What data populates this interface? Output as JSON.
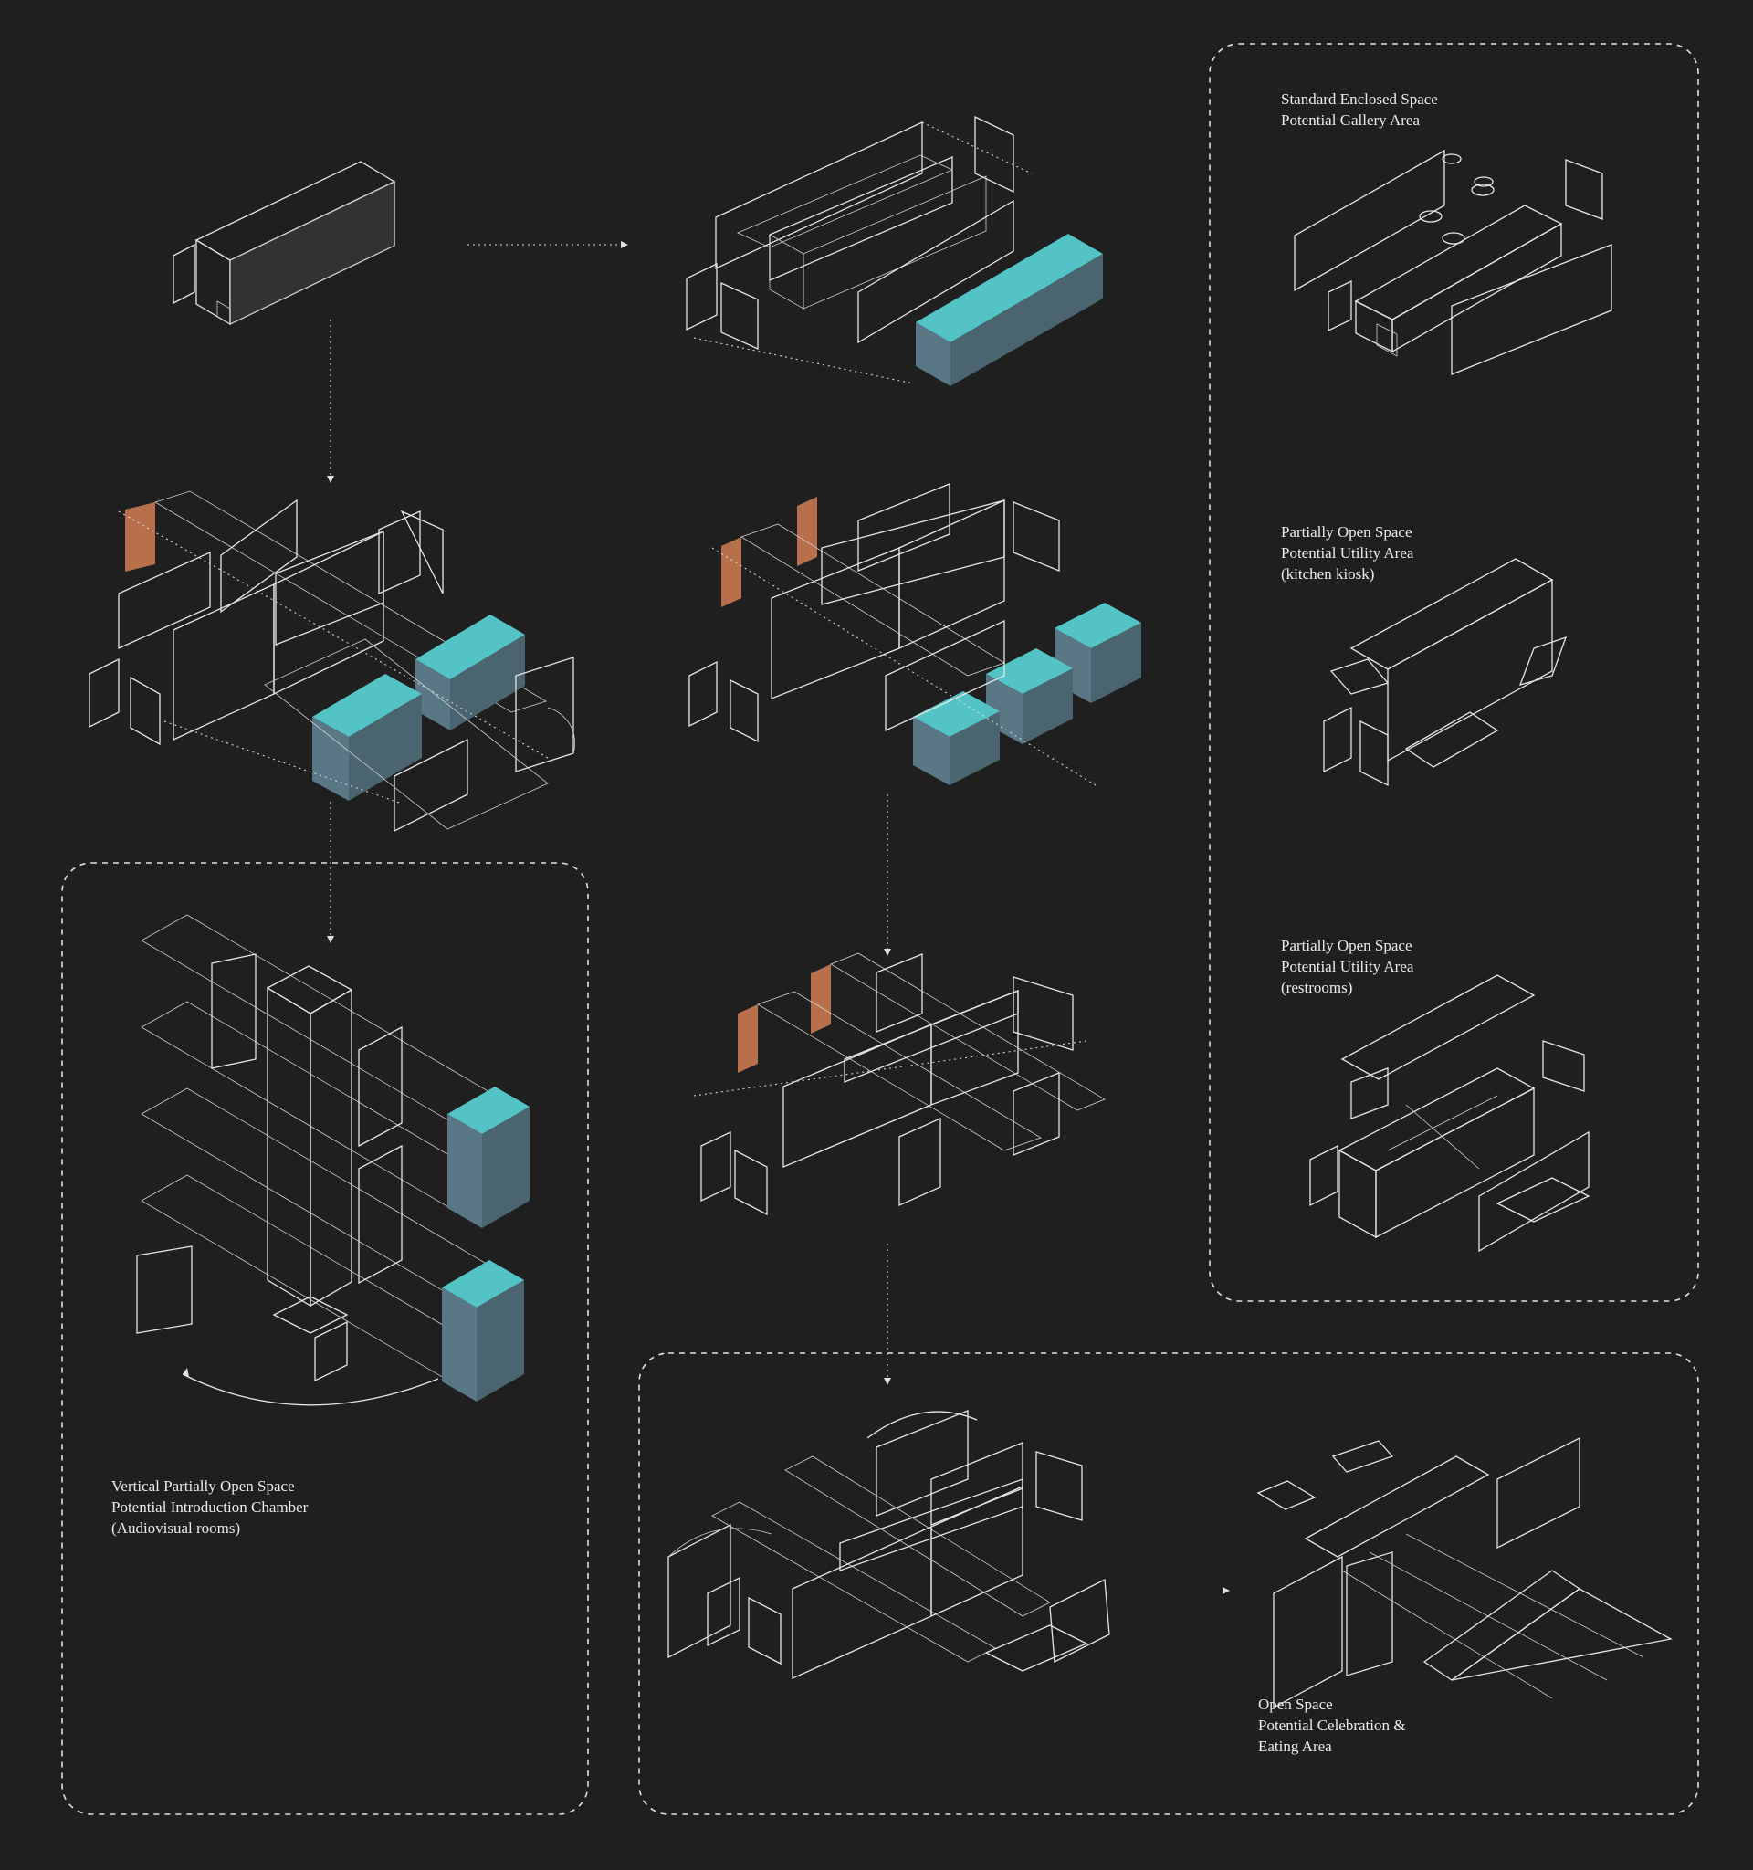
{
  "colors": {
    "background": "#1f1f1f",
    "linework": "#e6e6e6",
    "teal": "#54c3c6",
    "copper": "#b8704c",
    "glass": "#8fb2c9"
  },
  "labels": {
    "gallery": [
      "Standard Enclosed Space",
      "Potential Gallery Area"
    ],
    "kiosk": [
      "Partially Open Space",
      "Potential Utility Area",
      "(kitchen kiosk)"
    ],
    "restrooms": [
      "Partially Open Space",
      "Potential Utility Area",
      "(restrooms)"
    ],
    "intro": [
      "Vertical Partially Open Space",
      "Potential Introduction Chamber",
      "(Audiovisual rooms)"
    ],
    "celebration": [
      "Open Space",
      "Potential Celebration &",
      "Eating Area"
    ]
  }
}
